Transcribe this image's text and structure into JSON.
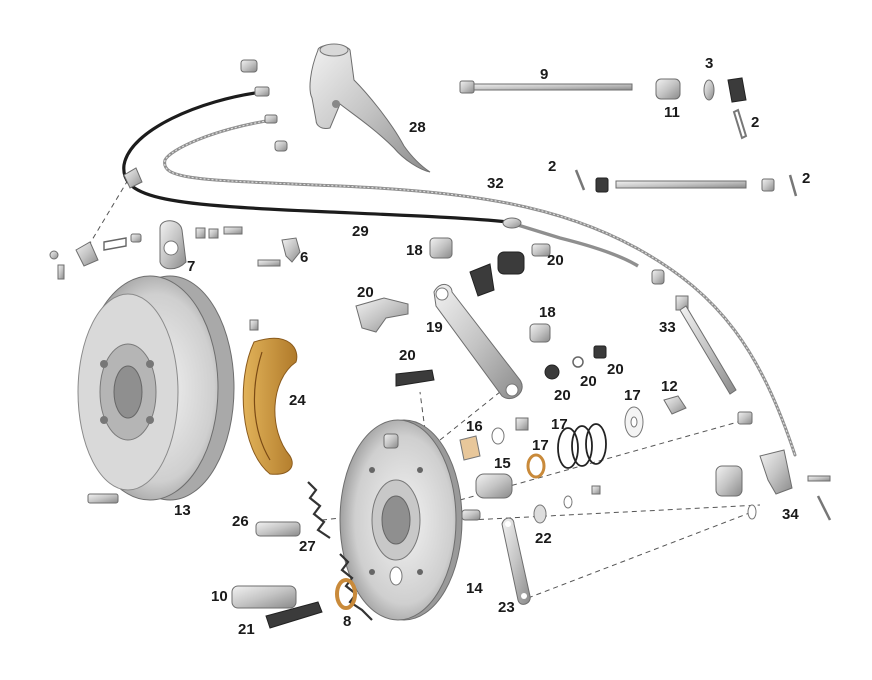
{
  "diagram": {
    "part_numbers": [
      "2",
      "3",
      "6",
      "7",
      "8",
      "9",
      "10",
      "11",
      "12",
      "13",
      "14",
      "15",
      "16",
      "17",
      "18",
      "19",
      "20",
      "21",
      "22",
      "23",
      "24",
      "26",
      "27",
      "28",
      "29",
      "32",
      "33",
      "34"
    ],
    "labels": [
      {
        "id": "9",
        "text": "9"
      },
      {
        "id": "3",
        "text": "3"
      },
      {
        "id": "11",
        "text": "11"
      },
      {
        "id": "2a",
        "text": "2"
      },
      {
        "id": "28",
        "text": "28"
      },
      {
        "id": "2b",
        "text": "2"
      },
      {
        "id": "32",
        "text": "32"
      },
      {
        "id": "2c",
        "text": "2"
      },
      {
        "id": "29",
        "text": "29"
      },
      {
        "id": "18a",
        "text": "18"
      },
      {
        "id": "20a",
        "text": "20"
      },
      {
        "id": "7",
        "text": "7"
      },
      {
        "id": "6",
        "text": "6"
      },
      {
        "id": "20b",
        "text": "20"
      },
      {
        "id": "18b",
        "text": "18"
      },
      {
        "id": "19",
        "text": "19"
      },
      {
        "id": "33",
        "text": "33"
      },
      {
        "id": "20c",
        "text": "20"
      },
      {
        "id": "20d",
        "text": "20"
      },
      {
        "id": "20e",
        "text": "20"
      },
      {
        "id": "20f",
        "text": "20"
      },
      {
        "id": "24",
        "text": "24"
      },
      {
        "id": "17a",
        "text": "17"
      },
      {
        "id": "12",
        "text": "12"
      },
      {
        "id": "16",
        "text": "16"
      },
      {
        "id": "17b",
        "text": "17"
      },
      {
        "id": "17c",
        "text": "17"
      },
      {
        "id": "15",
        "text": "15"
      },
      {
        "id": "13",
        "text": "13"
      },
      {
        "id": "26",
        "text": "26"
      },
      {
        "id": "22",
        "text": "22"
      },
      {
        "id": "34",
        "text": "34"
      },
      {
        "id": "27",
        "text": "27"
      },
      {
        "id": "14",
        "text": "14"
      },
      {
        "id": "10",
        "text": "10"
      },
      {
        "id": "23",
        "text": "23"
      },
      {
        "id": "8",
        "text": "8"
      },
      {
        "id": "21",
        "text": "21"
      }
    ],
    "colors": {
      "metal_light": "#e6e6e6",
      "metal_mid": "#b9b9b9",
      "metal_dark": "#7d7d7d",
      "cable_black": "#1c1c1c",
      "brake_lining": "#c9983f",
      "washer_copper": "#c98a3a"
    }
  }
}
